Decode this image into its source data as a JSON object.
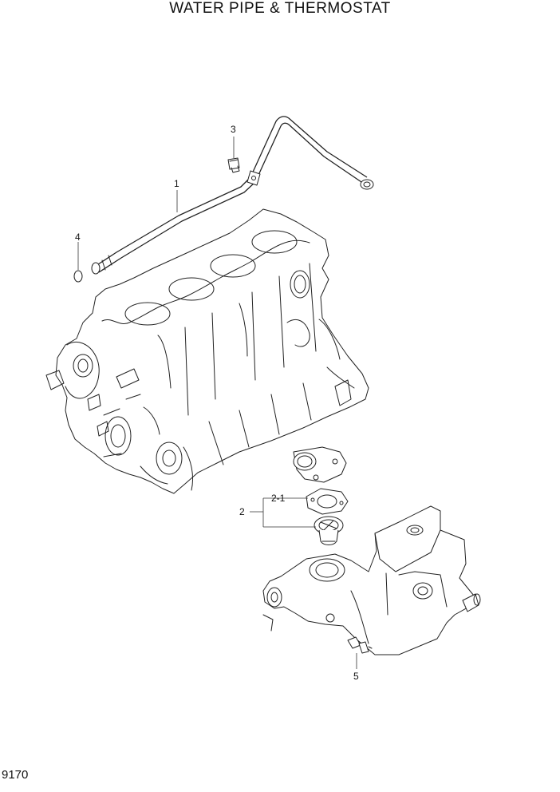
{
  "title": "WATER PIPE & THERMOSTAT",
  "page_number": "9170",
  "callouts": {
    "c1": "1",
    "c2": "2",
    "c2_1": "2-1",
    "c3": "3",
    "c4": "4",
    "c5": "5"
  }
}
